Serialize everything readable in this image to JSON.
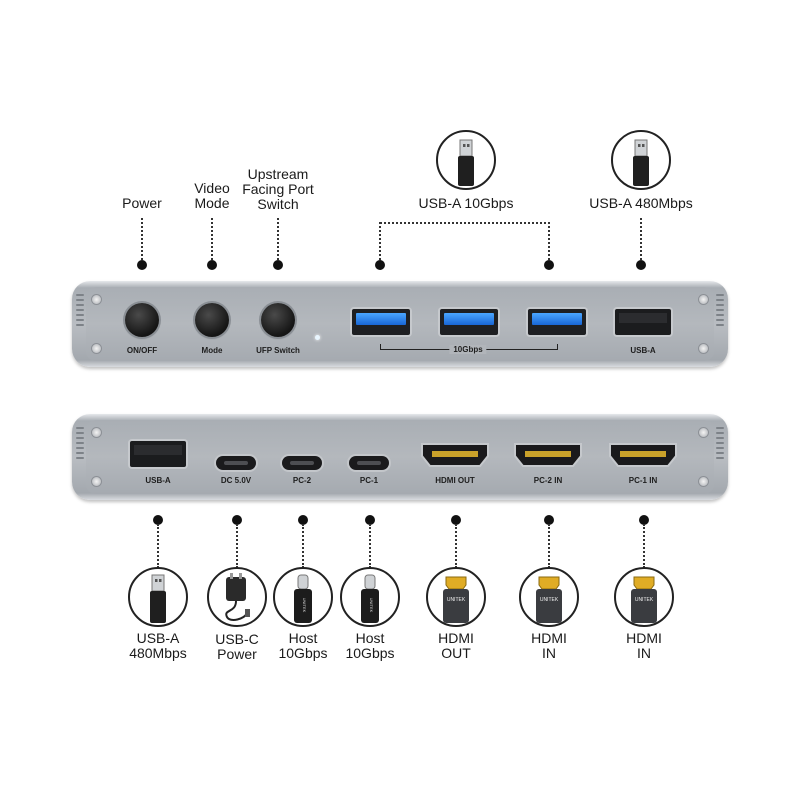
{
  "top_labels": {
    "power": "Power",
    "video_mode": "Video\nMode",
    "ufp_switch": "Upstream\nFacing Port\nSwitch",
    "usb_a_10g": "USB-A 10Gbps",
    "usb_a_480": "USB-A 480Mbps"
  },
  "front_panel": {
    "on_off": "ON/OFF",
    "mode": "Mode",
    "ufp_switch": "UFP Switch",
    "gbps": "10Gbps",
    "usb_a": "USB-A"
  },
  "rear_panel": {
    "usb_a": "USB-A",
    "dc": "DC 5.0V",
    "pc2": "PC-2",
    "pc1": "PC-1",
    "hdmi_out": "HDMI OUT",
    "pc2_in": "PC-2 IN",
    "pc1_in": "PC-1 IN"
  },
  "bottom_labels": {
    "usb_a": "USB-A\n480Mbps",
    "usb_c_power": "USB-C\nPower",
    "host1": "Host\n10Gbps",
    "host2": "Host\n10Gbps",
    "hdmi_out": "HDMI\nOUT",
    "hdmi_in1": "HDMI\nIN",
    "hdmi_in2": "HDMI\nIN"
  },
  "connector_logo": "UNITEK",
  "icons": [
    "usb-a-plug-icon",
    "usb-c-plug-icon",
    "power-adapter-icon",
    "hdmi-plug-icon"
  ],
  "colors": {
    "panel": "#b4b8bd",
    "usb3_blue": "#2a86f0",
    "hdmi_gold": "#d9a520"
  }
}
